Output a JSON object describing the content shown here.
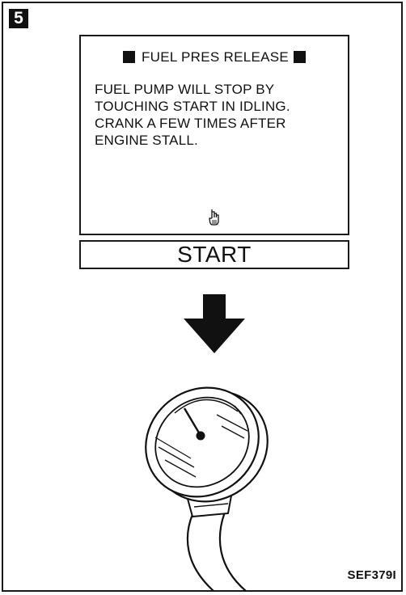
{
  "step": {
    "number": "5"
  },
  "screen": {
    "title": "FUEL PRES RELEASE",
    "lines": [
      "FUEL PUMP WILL STOP BY",
      "TOUCHING START IN IDLING.",
      "CRANK A FEW TIMES AFTER",
      "ENGINE STALL."
    ],
    "touch_icon": "pointing-hand-icon"
  },
  "start_button": {
    "label": "START"
  },
  "figure": {
    "code": "SEF379I",
    "arrow_icon": "down-arrow-icon",
    "gauge_icon": "fuel-pressure-gauge-icon"
  }
}
